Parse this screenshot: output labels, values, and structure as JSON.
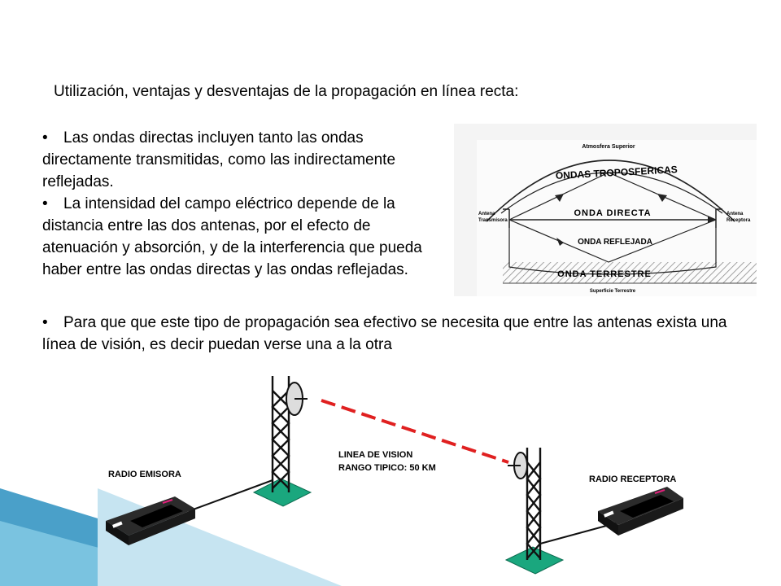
{
  "slide": {
    "title": "Utilización, ventajas y desventajas de la propagación en línea recta:",
    "bullet_symbol": "•",
    "bullets_upper": [
      "Las ondas directas incluyen tanto las ondas directamente transmitidas, como las indirectamente reflejadas.",
      "La intensidad del campo eléctrico depende de la distancia entre las dos antenas, por el efecto de atenuación y absorción, y de la interferencia que pueda haber entre las ondas directas y las ondas reflejadas."
    ],
    "bullet_lower": "Para que  que este tipo de propagación sea efectivo se necesita que entre las antenas exista una línea de visión, es decir puedan verse una a la otra"
  },
  "propagation_diagram": {
    "atmosphere_label": "Atmosfera Superior",
    "tropospheric_label": "ONDAS TROPOSFERICAS",
    "direct_label": "ONDA DIRECTA",
    "reflected_label": "ONDA REFLEJADA",
    "ground_label": "ONDA TERRESTRE",
    "surface_label": "Superficie Terrestre",
    "tx_antenna_line1": "Antena",
    "tx_antenna_line2": "Transmisora",
    "rx_antenna_line1": "Antena",
    "rx_antenna_line2": "Receptora"
  },
  "link_diagram": {
    "sender_label": "RADIO EMISORA",
    "receiver_label": "RADIO RECEPTORA",
    "los_line1": "LINEA DE VISION",
    "los_line2": "RANGO TIPICO: 50 KM",
    "colors": {
      "los_line": "#e02020",
      "base": "#1aa77e",
      "decor_blue": "#2a8fbf"
    }
  }
}
